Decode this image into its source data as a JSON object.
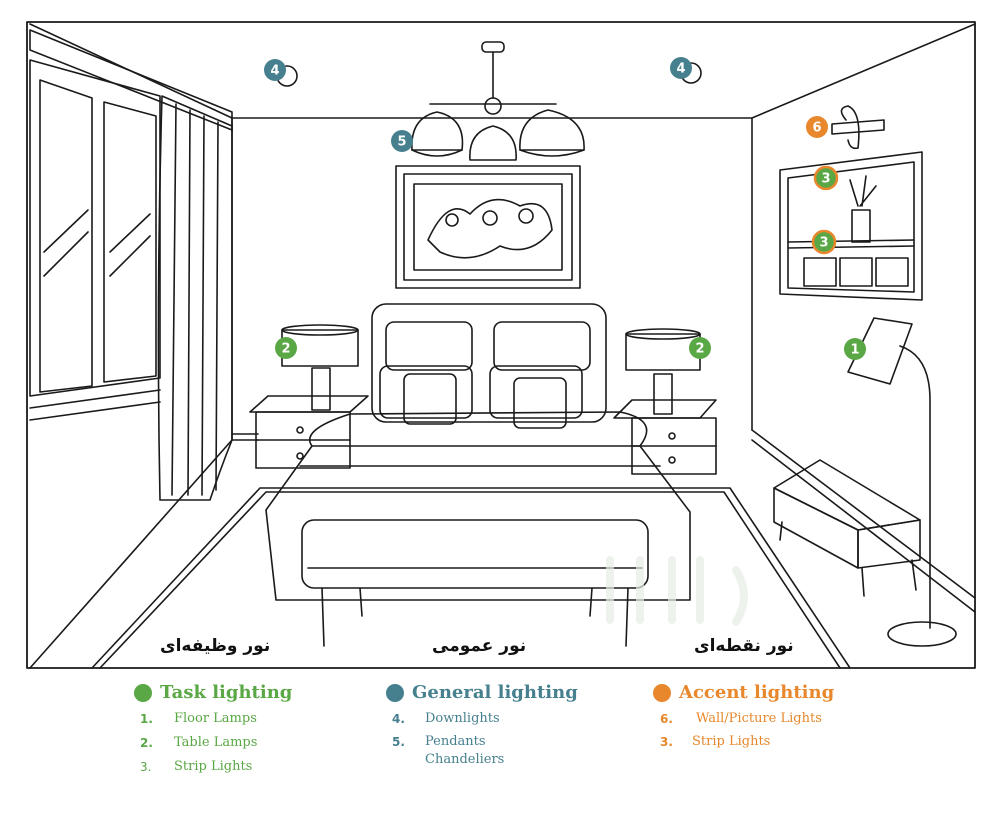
{
  "colors": {
    "green": "#5aa745",
    "teal": "#46808f",
    "orange": "#e8872c",
    "line": "#1a1a1a"
  },
  "markers": [
    {
      "id": "m-4a",
      "num": "4",
      "color": "teal"
    },
    {
      "id": "m-4b",
      "num": "4",
      "color": "teal"
    },
    {
      "id": "m-5",
      "num": "5",
      "color": "teal"
    },
    {
      "id": "m-6",
      "num": "6",
      "color": "orange"
    },
    {
      "id": "m-3a",
      "num": "3",
      "color": "orange-green"
    },
    {
      "id": "m-3b",
      "num": "3",
      "color": "orange-green"
    },
    {
      "id": "m-2a",
      "num": "2",
      "color": "green"
    },
    {
      "id": "m-2b",
      "num": "2",
      "color": "green"
    },
    {
      "id": "m-1",
      "num": "1",
      "color": "green"
    }
  ],
  "zones": {
    "task": "نور وظیفه‌ای",
    "general": "نور عمومی",
    "accent": "نور نقطه‌ای"
  },
  "legend": {
    "task": {
      "title": "Task lighting",
      "items": [
        {
          "num": "1.",
          "label": "Floor Lamps"
        },
        {
          "num": "2.",
          "label": "Table Lamps"
        },
        {
          "num": "3.",
          "label": "Strip Lights"
        }
      ]
    },
    "general": {
      "title": "General lighting",
      "items": [
        {
          "num": "4.",
          "label": "Downlights"
        },
        {
          "num": "5.",
          "label": "Pendants"
        },
        {
          "num": "",
          "label": "Chandeliers"
        }
      ]
    },
    "accent": {
      "title": "Accent lighting",
      "items": [
        {
          "num": "6.",
          "label": "Wall/Picture Lights"
        },
        {
          "num": "3.",
          "label": "Strip Lights"
        }
      ]
    }
  }
}
